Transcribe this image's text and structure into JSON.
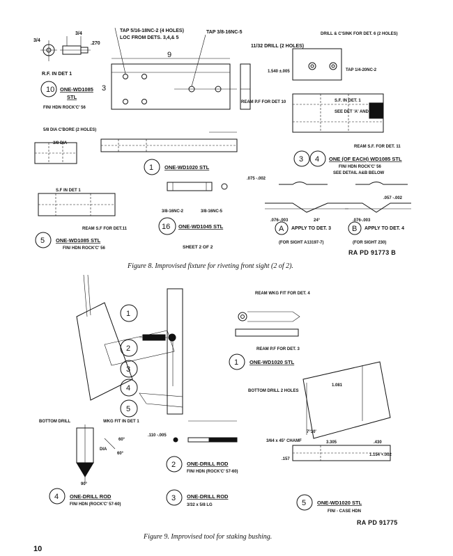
{
  "figure8": {
    "caption": "Figure 8. Improvised fixture for riveting front sight (2 of 2).",
    "sheet": "SHEET 2 OF 2",
    "ref": "RA PD 91773 B",
    "part10": {
      "number": "10",
      "name": "ONE-WD1085",
      "mat1": "STL",
      "mat2": "FIN/ HDN ROCK'C' 56",
      "note": "R.F. IN DET 1",
      "dim": ".270"
    },
    "part1": {
      "number": "1",
      "name": "ONE-WD1020 STL",
      "tap1": "TAP 5/16-18NC-2 (4 HOLES)",
      "tap1b": "LOC FROM DETS. 3,4,& 5",
      "tap2": "TAP 3/8-16NC-5",
      "drill": "11/32 DRILL (2 HOLES)",
      "ream": "REAM P.F FOR DET 10",
      "dim_len": "9",
      "dim_w": "3"
    },
    "part5": {
      "number": "5",
      "name": "ONE-WD1085 STL",
      "mat": "FIN/ HDN ROCK'C' 56",
      "cbore": "5/8 DIA C'BORE (2 HOLES)",
      "dia": "3/8 DIA",
      "sf": "S.F IN DET 1",
      "ream": "REAM S.F FOR DET.11"
    },
    "part16": {
      "number": "16",
      "name": "ONE-WD1045 STL",
      "t1": "3/8-16NC-2",
      "t2": "3/8-16NC-5"
    },
    "part34": {
      "n3": "3",
      "n4": "4",
      "name": "ONE (OF EACH) WD1085 STL",
      "mat": "FIN/ HDN ROCK'C' 56",
      "see": "SEE DETAIL A&B BELOW",
      "drill": "DRILL & C'SINK FOR DET. 6 (2 HOLES)",
      "tap": "TAP 1/4-20NC-2",
      "sf": "S.F. IN DET. 1",
      "seedet": "SEE DET 'A' AND 'B'",
      "ream": "REAM S.F. FOR DET. 11",
      "dim": "1.540 ±.005"
    },
    "detailA": {
      "letter": "A",
      "apply": "APPLY TO DET. 3",
      "sight": "(FOR SIGHT A13197-7)",
      "d1": ".075 -.002",
      "d2": ".076-.003",
      "ang": "24°"
    },
    "detailB": {
      "letter": "B",
      "apply": "APPLY TO DET. 4",
      "sight": "(FOR SIGHT 230)",
      "d1": ".057 -.002",
      "d2": ".076-.003"
    }
  },
  "figure9": {
    "caption": "Figure 9. Improvised tool for staking bushing.",
    "ref": "RA PD 91775",
    "callouts": [
      "1",
      "2",
      "3",
      "4",
      "5"
    ],
    "part1": {
      "number": "1",
      "name": "ONE-WD1020 STL",
      "ream1": "REAM WKG FIT FOR DET. 4",
      "ream2": "REAM P.F FOR DET. 3"
    },
    "part2": {
      "number": "2",
      "name": "ONE-DRILL ROD",
      "mat": "FIN/ HDN (ROCK'C' 57-60)",
      "dim": ".110 -.005"
    },
    "part3": {
      "number": "3",
      "name": "ONE-DRILL ROD",
      "size": "3/32 x 5/8 LG"
    },
    "part4": {
      "number": "4",
      "name": "ONE-DRILL ROD",
      "mat": "FIN/ HDN (ROCK'C' 57-60)",
      "bottom": "BOTTOM DRILL",
      "wkg": "WKG FIT IN DET 1",
      "ang1": "60°",
      "ang2": "60°",
      "ang3": "90°",
      "dia": "DIA"
    },
    "part5": {
      "number": "5",
      "name": "ONE-WD1020 STL",
      "mat": "FIN/ - CASE HDN",
      "bottom": "BOTTOM DRILL 2 HOLES",
      "cham": "3/64 x 45° CHAMF",
      "d1": "1.081",
      "d2": "3.305",
      "d3": ".430",
      "d4": "1.154 +.002",
      "d5": ".157",
      "ang": "7°30'"
    }
  },
  "page_number": "10"
}
